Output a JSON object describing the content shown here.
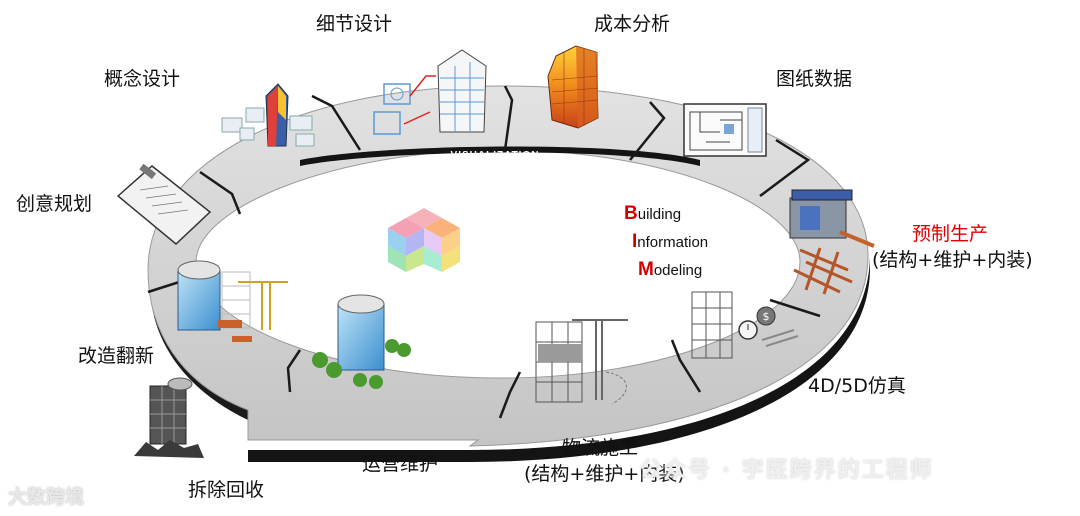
{
  "ring_band_text": "VISUALIZATION",
  "center_title": {
    "line1_cap": "B",
    "line1_rest": "uilding",
    "line2_cap": "I",
    "line2_rest": "nformation",
    "line3_cap": "M",
    "line3_rest": "odeling"
  },
  "stages": {
    "concept_design": "概念设计",
    "detail_design": "细节设计",
    "cost_analysis": "成本分析",
    "drawing_data": "图纸数据",
    "creative_planning": "创意规划",
    "prefab_production": "预制生产",
    "prefab_production_sub": "(结构+维护+内装)",
    "renovation": "改造翻新",
    "simulation_4d5d": "4D/5D仿真",
    "logistics_construction": "物流施工",
    "logistics_construction_sub": "(结构+维护+内装)",
    "operation_maintenance": "运营维护",
    "demolition_recycling": "拆除回收"
  },
  "watermarks": {
    "left": "大数跨境",
    "right": "公众号 · 宇医跨界的工程师"
  },
  "colors": {
    "ring_top": "#d4d4d4",
    "ring_side": "#1a1a1a",
    "accent_red": "#e00000"
  }
}
